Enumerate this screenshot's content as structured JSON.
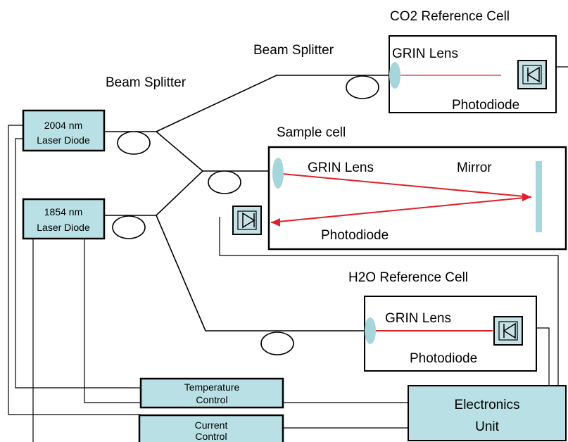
{
  "labels": {
    "co2_cell_title": "CO2 Reference Cell",
    "beam_splitter_top": "Beam Splitter",
    "beam_splitter_left": "Beam Splitter",
    "sample_cell_title": "Sample cell",
    "h2o_cell_title": "H2O Reference Cell"
  },
  "co2_cell": {
    "grin": "GRIN Lens",
    "photodiode": "Photodiode"
  },
  "sample_cell": {
    "grin": "GRIN Lens",
    "mirror": "Mirror",
    "photodiode": "Photodiode"
  },
  "h2o_cell": {
    "grin": "GRIN Lens",
    "photodiode": "Photodiode"
  },
  "laser_2004": {
    "line1": "2004 nm",
    "line2": "Laser  Diode"
  },
  "laser_1854": {
    "line1": "1854 nm",
    "line2": "Laser Diode"
  },
  "temperature_control": {
    "line1": "Temperature",
    "line2": "Control"
  },
  "current_control": {
    "line1": "Current",
    "line2": "Control"
  },
  "electronics_unit": {
    "line1": "Electronics",
    "line2": "Unit"
  },
  "colors": {
    "box_fill": "#b9e0e4",
    "lens_fill": "#a6d6dc",
    "beam_red": "#e0202a",
    "line": "#000000"
  }
}
